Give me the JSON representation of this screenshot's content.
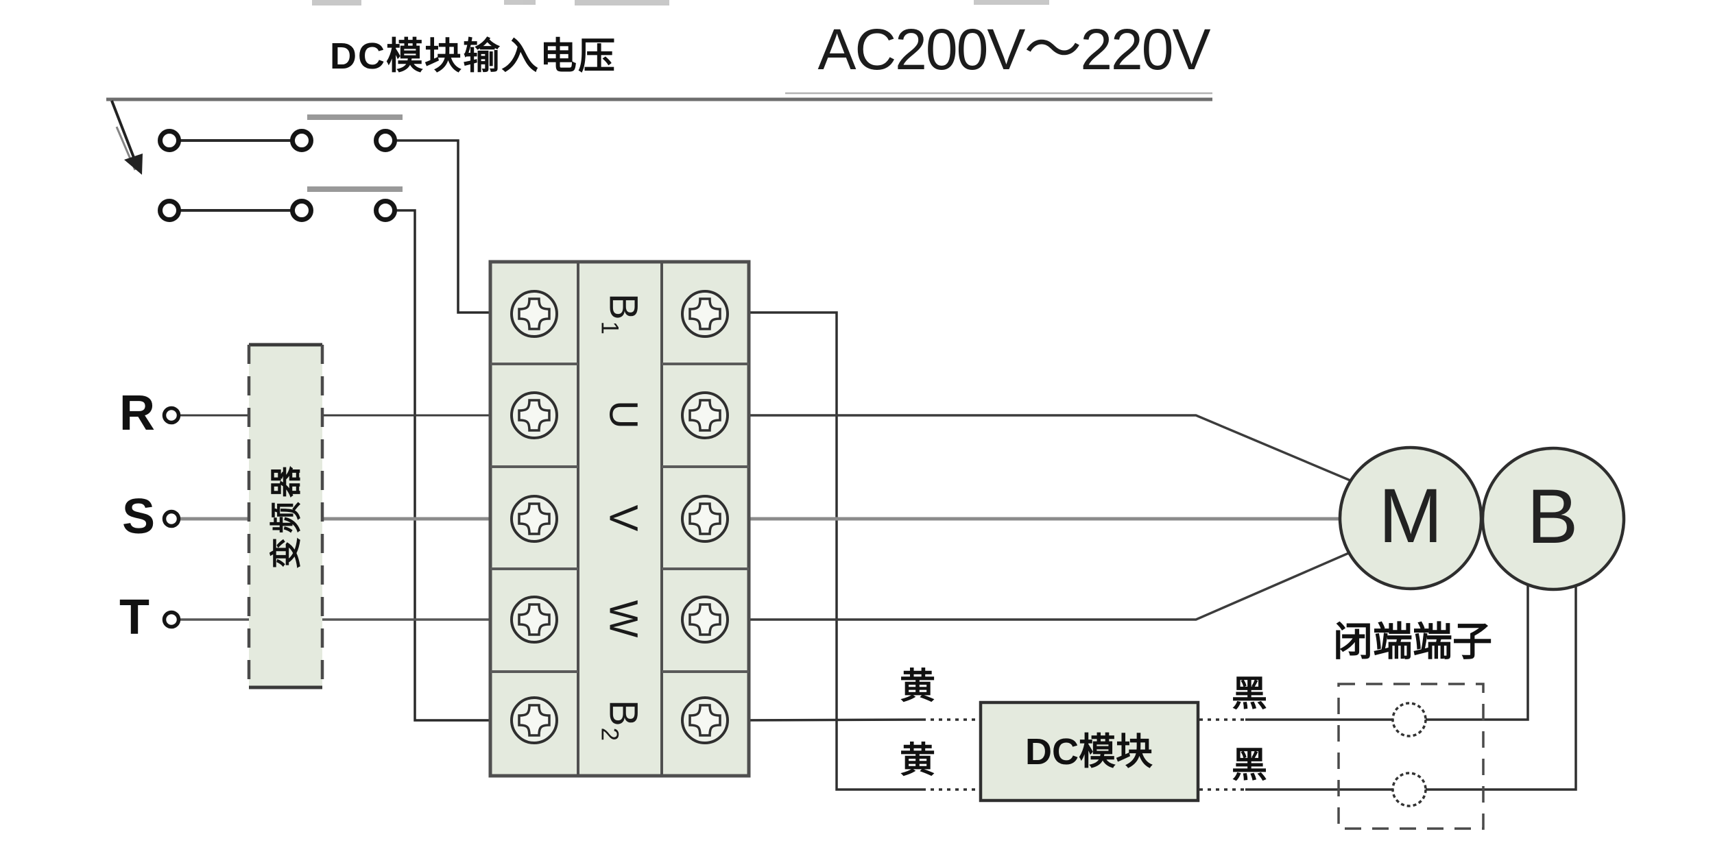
{
  "titles": {
    "left": "DC模块输入电压",
    "right": "AC200V～220V"
  },
  "source": {
    "r": "R",
    "s": "S",
    "t": "T"
  },
  "inverter": {
    "label": "变频器"
  },
  "terminal_block": {
    "labels": [
      {
        "main": "B",
        "sub": "1"
      },
      {
        "main": "U",
        "sub": ""
      },
      {
        "main": "V",
        "sub": ""
      },
      {
        "main": "W",
        "sub": ""
      },
      {
        "main": "B",
        "sub": "2"
      }
    ]
  },
  "dc_module": {
    "label": "DC模块"
  },
  "motor": {
    "label": "M"
  },
  "brake": {
    "label": "B"
  },
  "closed_end": {
    "label": "闭端端子"
  },
  "wires": {
    "yellow_1": "黄",
    "yellow_2": "黄",
    "black_1": "黑",
    "black_2": "黑"
  },
  "colors": {
    "component_fill": "#e4eade",
    "screw_fill": "#eef2ea",
    "wire_dark": "#333333",
    "wire_gray": "#8b8b8b",
    "blade_gray": "#999999"
  }
}
